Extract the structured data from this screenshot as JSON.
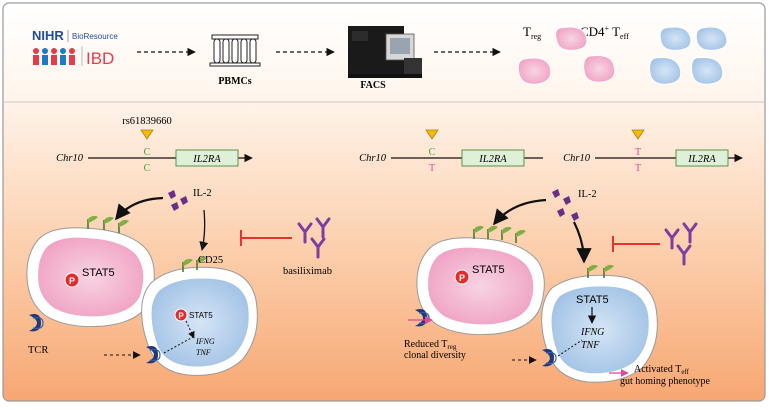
{
  "header": {
    "logo": {
      "org": "NIHR",
      "resource": "BioResource",
      "ibd": "IBD"
    },
    "steps": {
      "pbmcs": "PBMCs",
      "facs": "FACS"
    },
    "cell_labels": {
      "treg": "T",
      "treg_sub": "reg",
      "cd4": "CD4",
      "cd4_sup": "+",
      "teff": " T",
      "teff_sub": "eff"
    }
  },
  "snp": {
    "id": "rs61839660"
  },
  "loci": [
    {
      "chr": "Chr10",
      "gene": "IL2RA",
      "allele_top": "C",
      "allele_bottom": "C"
    },
    {
      "chr": "Chr10",
      "gene": "IL2RA",
      "allele_top": "C",
      "allele_bottom": "T"
    },
    {
      "chr": "Chr10",
      "gene": "IL2RA",
      "allele_top": "T",
      "allele_bottom": "T"
    }
  ],
  "left_panel": {
    "il2": "IL-2",
    "cd25": "CD25",
    "drug": "basiliximab",
    "treg_stat": "STAT5",
    "teff_stat": "STAT5",
    "gene1": "IFNG",
    "gene2": "TNF",
    "tcr": "TCR",
    "p": "P"
  },
  "right_panel": {
    "il2": "IL-2",
    "treg_stat": "STAT5",
    "teff_stat": "STAT5",
    "gene1": "IFNG",
    "gene2": "TNF",
    "p": "P",
    "reduced_line1": "Reduced T",
    "reduced_sub": "reg",
    "reduced_line2": "clonal diversity",
    "activated_line1": "Activated T",
    "activated_sub": "eff",
    "activated_line2": "gut homing phenotype"
  },
  "colors": {
    "frame": "#9a9a9a",
    "bg_top": "#ffffff",
    "bg_bottom": "#f7a772",
    "treg_fill": "#f2b8d0",
    "teff_fill": "#b8d1ec",
    "allele_c": "#3aa33a",
    "allele_t": "#e0489a",
    "gene_box": "#dff0d8",
    "il2": "#6a2e8a",
    "antibody": "#7b3fa1",
    "inhibit": "#e8322d",
    "receptor": "#6f9a3a",
    "tcr": "#1f3a7a",
    "phospho": "#e52a2a",
    "snp": "#f2b90f",
    "effect_arrow": "#e0489a"
  }
}
